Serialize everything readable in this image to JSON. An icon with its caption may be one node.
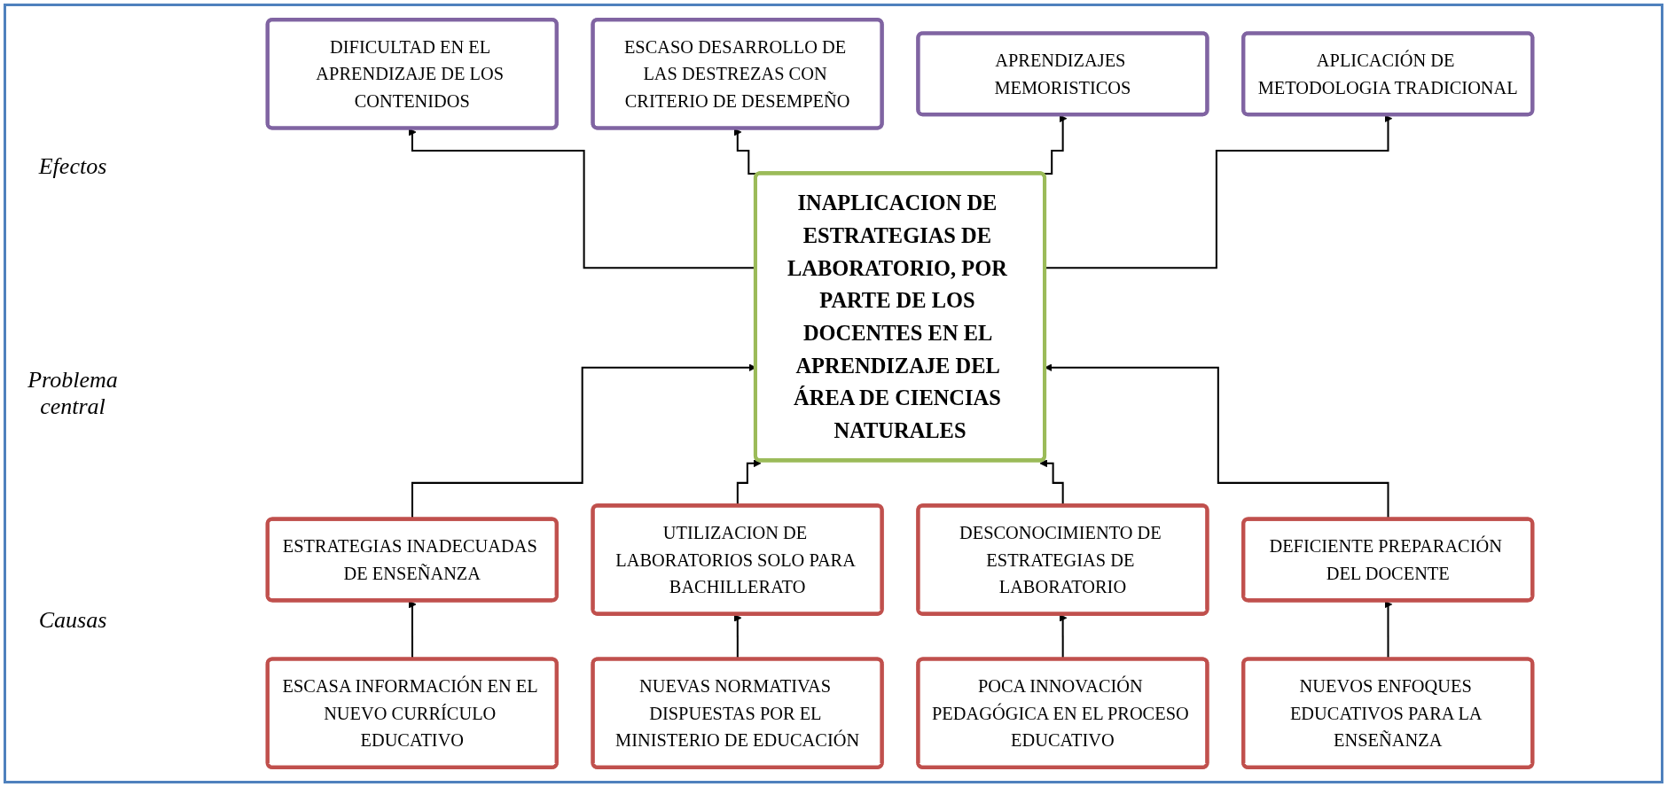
{
  "diagram": {
    "nodes": [
      {
        "text": [
          "DIFICULTAD EN EL APRENDIZAJE DE LOS CONTENIDOS"
        ]
      },
      {
        "text": [
          "ESCASO DESARROLLO DE LAS DESTREZAS CON CRITERIO DE DESEMPEÑO"
        ]
      },
      {
        "text": [
          "APRENDIZAJES MEMORISTICOS"
        ]
      },
      {
        "text": [
          "APLICACIÓN DE METODOLOGIA TRADICIONAL"
        ]
      },
      {
        "text": [
          "INAPLICACION DE ESTRATEGIAS DE LABORATORIO, POR PARTE DE LOS DOCENTES EN EL APRENDIZAJE DEL ÁREA DE CIENCIAS NATURALES"
        ]
      },
      {
        "text": [
          "ESTRATEGIAS INADECUADAS DE ENSEÑANZA"
        ]
      },
      {
        "text": [
          "UTILIZACION DE LABORATORIOS SOLO PARA BACHILLERATO"
        ]
      },
      {
        "text": [
          "DESCONOCIMIENTO DE ESTRATEGIAS DE LABORATORIO"
        ]
      },
      {
        "text": [
          "DEFICIENTE PREPARACIÓN DEL DOCENTE"
        ]
      },
      {
        "text": [
          "ESCASA INFORMACIÓN EN EL NUEVO CURRÍCULO EDUCATIVO"
        ]
      },
      {
        "text": [
          "NUEVAS NORMATIVAS DISPUESTAS POR EL MINISTERIO DE EDUCACIÓN"
        ]
      },
      {
        "text": [
          "POCA INNOVACIÓN PEDAGÓGICA EN EL PROCESO EDUCATIVO"
        ]
      },
      {
        "text": [
          "NUEVOS ENFOQUES EDUCATIVOS PARA LA ENSEÑANZA"
        ]
      }
    ],
    "edges": [
      {
        "from": 4,
        "to": 0,
        "arrow": "to"
      },
      {
        "from": 4,
        "to": 1,
        "arrow": "to"
      },
      {
        "from": 4,
        "to": 2,
        "arrow": "to"
      },
      {
        "from": 4,
        "to": 3,
        "arrow": "to"
      },
      {
        "from": 5,
        "to": 4,
        "arrow": "to"
      },
      {
        "from": 6,
        "to": 4,
        "arrow": "to"
      },
      {
        "from": 7,
        "to": 4,
        "arrow": "to"
      },
      {
        "from": 8,
        "to": 4,
        "arrow": "to"
      },
      {
        "from": 9,
        "to": 5,
        "arrow": "to"
      },
      {
        "from": 10,
        "to": 6,
        "arrow": "to"
      },
      {
        "from": 11,
        "to": 7,
        "arrow": "to"
      },
      {
        "from": 12,
        "to": 8,
        "arrow": "to"
      }
    ],
    "labels": [
      "Efectos",
      "Problema central",
      "Causas"
    ]
  }
}
